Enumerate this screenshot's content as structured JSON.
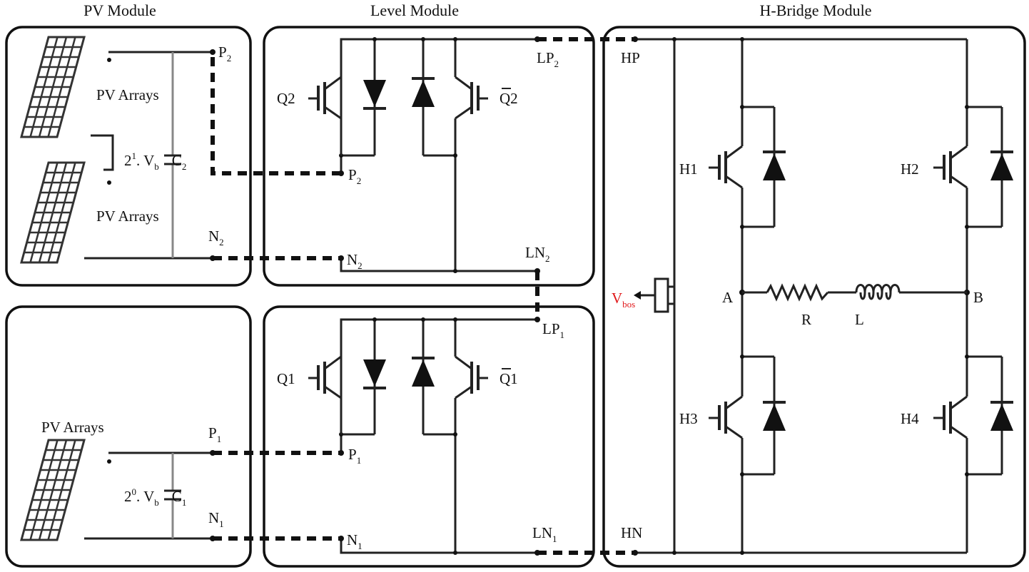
{
  "modules": {
    "pv": "PV Module",
    "level": "Level Module",
    "hbridge": "H-Bridge Module"
  },
  "pv": {
    "arrays_label": "PV Arrays",
    "cap_top": {
      "factor": "2",
      "exp": "1",
      "vb": ". V",
      "vb_sub": "b",
      "cap": "C",
      "cap_sub": "2"
    },
    "cap_bottom": {
      "factor": "2",
      "exp": "0",
      "vb": ". V",
      "vb_sub": "b",
      "cap": "C",
      "cap_sub": "1"
    },
    "terminals": {
      "p2": {
        "main": "P",
        "sub": "2"
      },
      "n2": {
        "main": "N",
        "sub": "2"
      },
      "p1": {
        "main": "P",
        "sub": "1"
      },
      "n1": {
        "main": "N",
        "sub": "1"
      }
    }
  },
  "level": {
    "top": {
      "p_in": {
        "main": "P",
        "sub": "2"
      },
      "n_in": {
        "main": "N",
        "sub": "2"
      },
      "lp": {
        "main": "LP",
        "sub": "2"
      },
      "ln": {
        "main": "LN",
        "sub": "2"
      },
      "q": "Q2",
      "qbar": "Q2"
    },
    "bottom": {
      "p_in": {
        "main": "P",
        "sub": "1"
      },
      "n_in": {
        "main": "N",
        "sub": "1"
      },
      "lp": {
        "main": "LP",
        "sub": "1"
      },
      "ln": {
        "main": "LN",
        "sub": "1"
      },
      "q": "Q1",
      "qbar": "Q1"
    }
  },
  "hbridge": {
    "hp": "HP",
    "hn": "HN",
    "vbos": {
      "main": "V",
      "sub": "bos"
    },
    "switches": {
      "h1": "H1",
      "h2": "H2",
      "h3": "H3",
      "h4": "H4"
    },
    "nodes": {
      "a": "A",
      "b": "B"
    },
    "r": "R",
    "l": "L"
  },
  "colors": {
    "vbos": "#e0191b",
    "wire": "#222222"
  }
}
